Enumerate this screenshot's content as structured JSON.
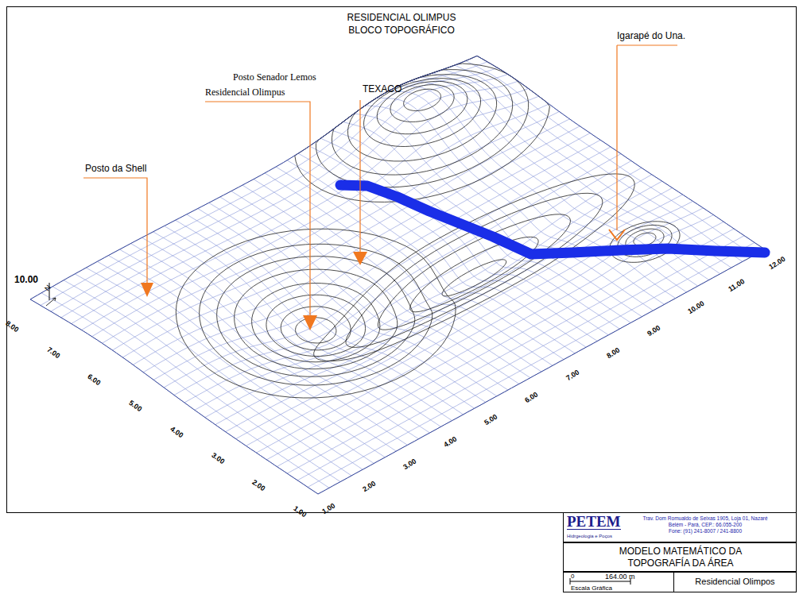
{
  "diagram": {
    "title": "RESIDENCIAL OLIMPUS BLOCO TOPOGRÁFICO",
    "nodes": [
      {
        "text": [
          "PETEM",
          "Hidrgeologia e Poços",
          "Trav. Dom Romualdo de Seixas 1905, Loja 01, Nazaré",
          "Belém - Pará, CEP.: 66.055-200",
          "Fone: (91) 241-8007 / 241-8800"
        ]
      },
      {
        "text": [
          "MODELO MATEMÁTICO DA TOPOGRAFÍA DA ÁREA"
        ]
      },
      {
        "text": [
          "0",
          "164.00 m",
          "Escala Gráfica"
        ]
      },
      {
        "text": [
          "Residencial Olimpos"
        ]
      }
    ],
    "labels": [
      "Posto da Shell",
      "Residencial Olimpus",
      "Posto Senador Lemos",
      "TEXACO",
      "Igarapé do Una.",
      "10.00",
      "N",
      "8.00",
      "7.00",
      "6.00",
      "5.00",
      "4.00",
      "3.00",
      "2.00",
      "1.00",
      "1.00",
      "2.00",
      "3.00",
      "4.00",
      "5.00",
      "6.00",
      "7.00",
      "8.00",
      "9.00",
      "10.00",
      "11.00",
      "12.00"
    ]
  }
}
